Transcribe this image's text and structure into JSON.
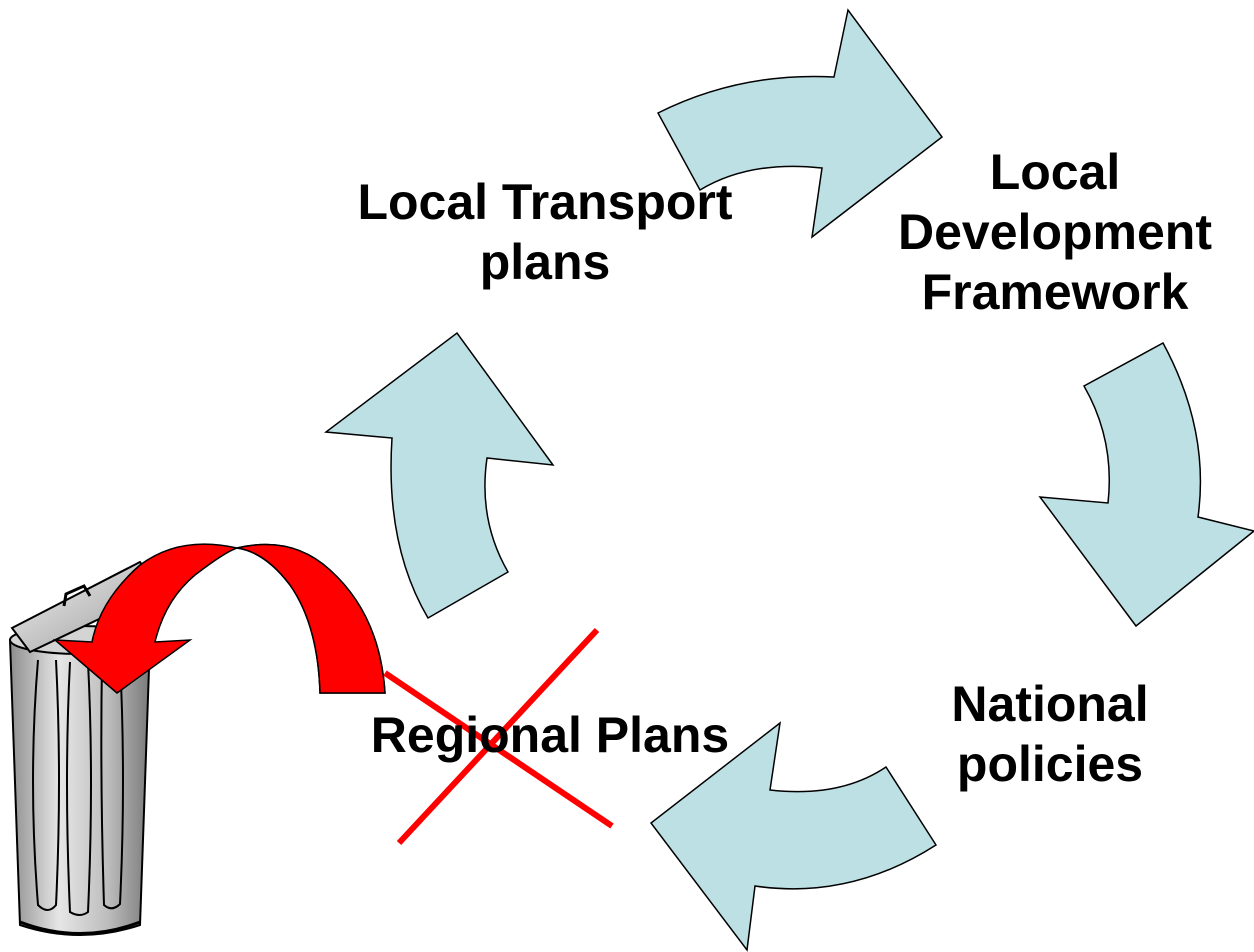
{
  "nodes": {
    "local_transport_plans": {
      "line1": "Local Transport",
      "line2": "plans"
    },
    "local_development_framework": {
      "line1": "Local",
      "line2": "Development",
      "line3": "Framework"
    },
    "national_policies": {
      "line1": "National",
      "line2": "policies"
    },
    "regional_plans": {
      "line1": "Regional Plans"
    }
  },
  "colors": {
    "cycle_arrow_fill": "#bde0e4",
    "cycle_arrow_stroke": "#000000",
    "discard_arrow_light": "#ff0000",
    "discard_arrow_dark": "#c00000",
    "cross_mark": "#ff0000",
    "trash_can_body": "#c8c8c8"
  },
  "icons": [
    "trash-can-icon",
    "curved-arrow-icon",
    "cross-mark-icon"
  ]
}
